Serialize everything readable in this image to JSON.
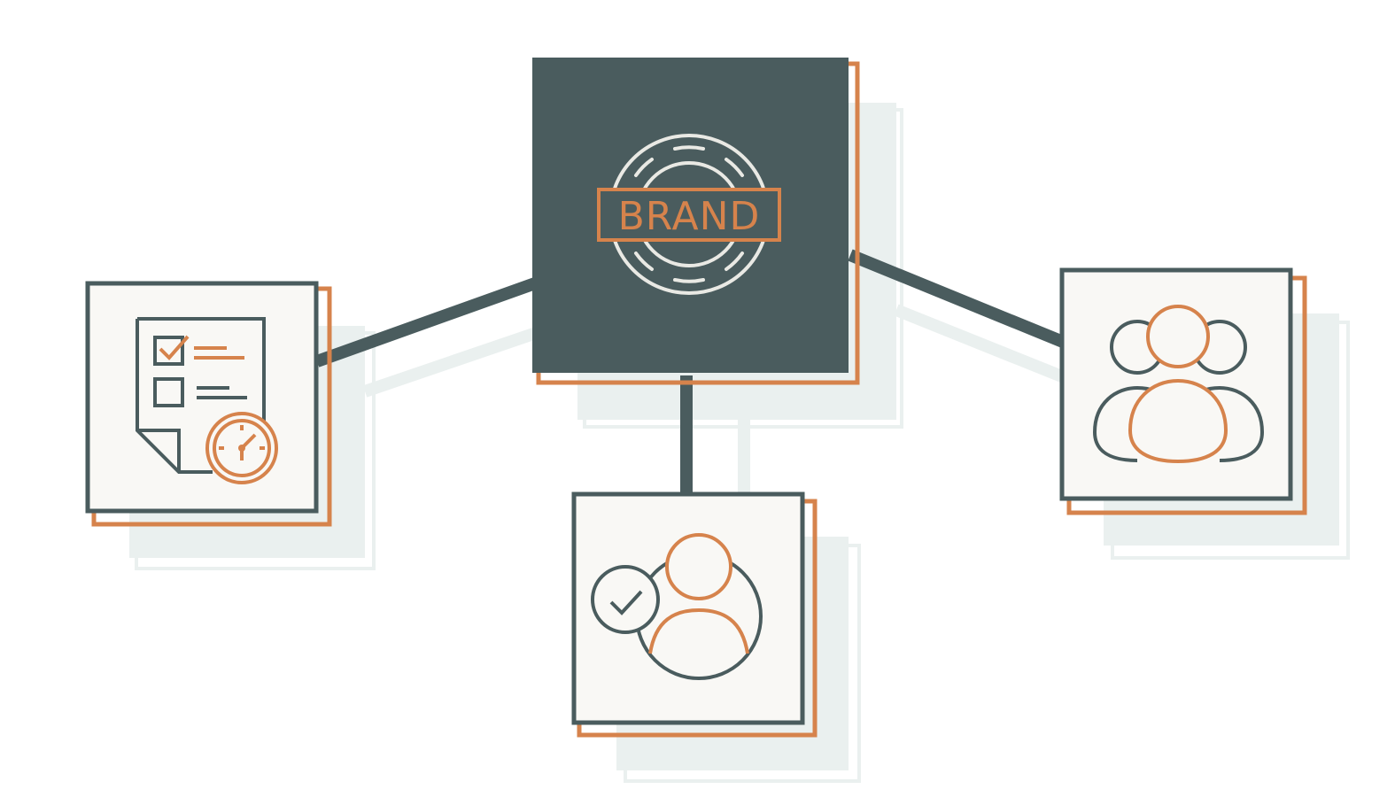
{
  "colors": {
    "dark_slate": "#4a5c5e",
    "orange_accent": "#d6834c",
    "card_fill": "#f9f8f5",
    "shadow": "#eaf0ef",
    "stamp_light": "#e9e9e4",
    "background": "#ffffff"
  },
  "center_node": {
    "icon": "brand-stamp-icon",
    "stamp_text": "BRAND"
  },
  "nodes": [
    {
      "position": "left",
      "icon": "checklist-clock-icon"
    },
    {
      "position": "bottom",
      "icon": "verified-user-icon"
    },
    {
      "position": "right",
      "icon": "user-group-icon"
    }
  ]
}
